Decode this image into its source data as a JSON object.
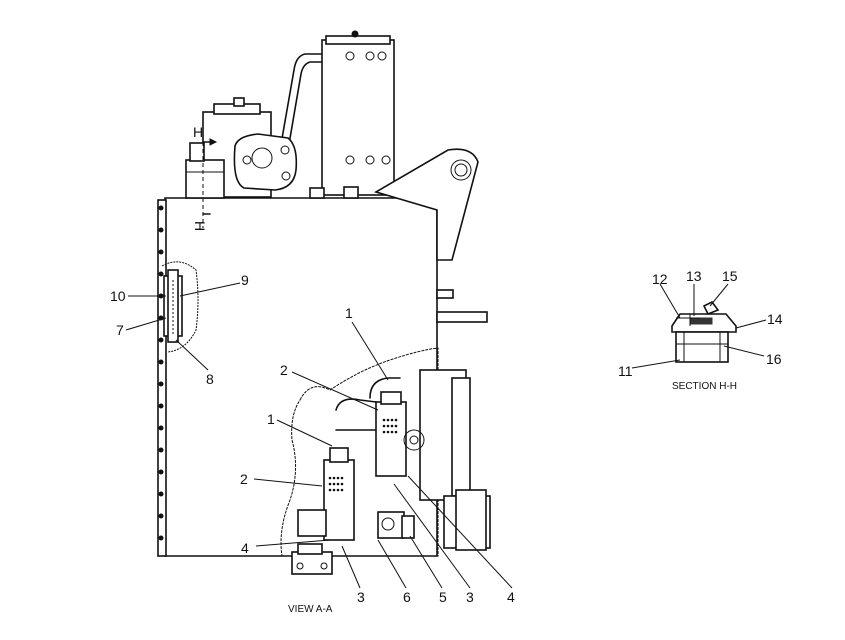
{
  "view_caption": "VIEW A-A",
  "section_caption": "SECTION H-H",
  "section_marks": [
    "H",
    "H"
  ],
  "callouts": [
    "1",
    "2",
    "1",
    "2",
    "4",
    "3",
    "6",
    "5",
    "3",
    "4",
    "10",
    "9",
    "7",
    "8",
    "12",
    "13",
    "15",
    "14",
    "11",
    "16"
  ]
}
